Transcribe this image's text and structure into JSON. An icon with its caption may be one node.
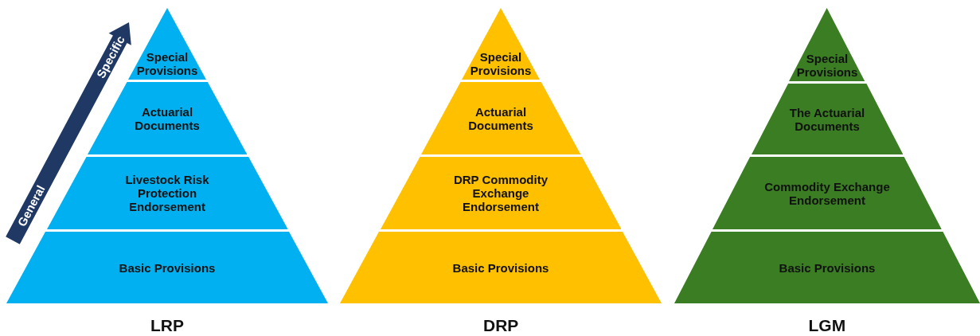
{
  "diagram": {
    "nodes": [
      {
        "text": [
          "LRP"
        ]
      },
      {
        "text": [
          "Special Provisions"
        ],
        "in": 0
      },
      {
        "text": [
          "Actuarial Documents"
        ],
        "in": 0
      },
      {
        "text": [
          "Livestock Risk Protection Endorsement"
        ],
        "in": 0
      },
      {
        "text": [
          "Basic Provisions"
        ],
        "in": 0
      },
      {
        "text": [
          "DRP"
        ]
      },
      {
        "text": [
          "Special Provisions"
        ],
        "in": 5
      },
      {
        "text": [
          "Actuarial Documents"
        ],
        "in": 5
      },
      {
        "text": [
          "DRP Commodity Exchange Endorsement"
        ],
        "in": 5
      },
      {
        "text": [
          "Basic Provisions"
        ],
        "in": 5
      },
      {
        "text": [
          "LGM"
        ]
      },
      {
        "text": [
          "Special Provisions"
        ],
        "in": 10
      },
      {
        "text": [
          "The Actuarial Documents"
        ],
        "in": 10
      },
      {
        "text": [
          "Commodity Exchange Endorsement"
        ],
        "in": 10
      },
      {
        "text": [
          "Basic Provisions"
        ],
        "in": 10
      }
    ],
    "edges": [],
    "labels": [
      "General",
      "Specific"
    ]
  }
}
